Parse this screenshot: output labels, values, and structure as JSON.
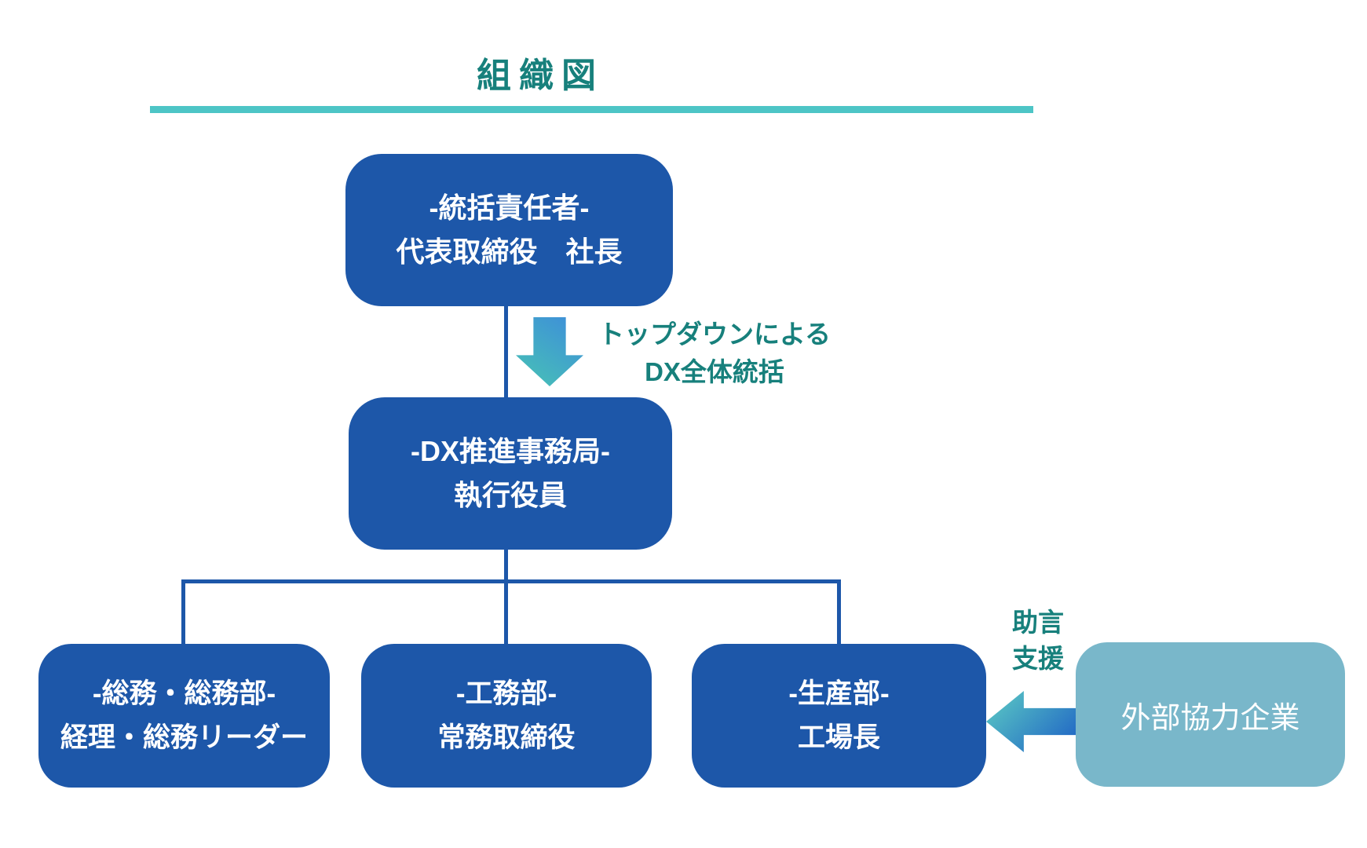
{
  "title": "組織図",
  "colors": {
    "node_blue": "#1D57A9",
    "external_blue": "#79B7CA",
    "teal_text": "#17807C",
    "teal_rule": "#4DC5C6",
    "arrow_gradient_blue": "#3E8FD9",
    "arrow_gradient_teal": "#47C1B6",
    "text_white": "#FFFFFF"
  },
  "org": {
    "top_box": {
      "line1": "-統括責任者-",
      "line2": "代表取締役　社長"
    },
    "mid_box": {
      "line1": "-DX推進事務局-",
      "line2": "執行役員"
    },
    "bottom_boxes": [
      {
        "line1": "-総務・総務部-",
        "line2": "経理・総務リーダー"
      },
      {
        "line1": "-工務部-",
        "line2": "常務取締役"
      },
      {
        "line1": "-生産部-",
        "line2": "工場長"
      }
    ],
    "external_box": {
      "label": "外部協力企業"
    }
  },
  "annotations": {
    "topdown": {
      "line1": "トップダウンによる",
      "line2": "DX全体統括"
    },
    "advice": {
      "line1": "助言",
      "line2": "支援"
    }
  }
}
